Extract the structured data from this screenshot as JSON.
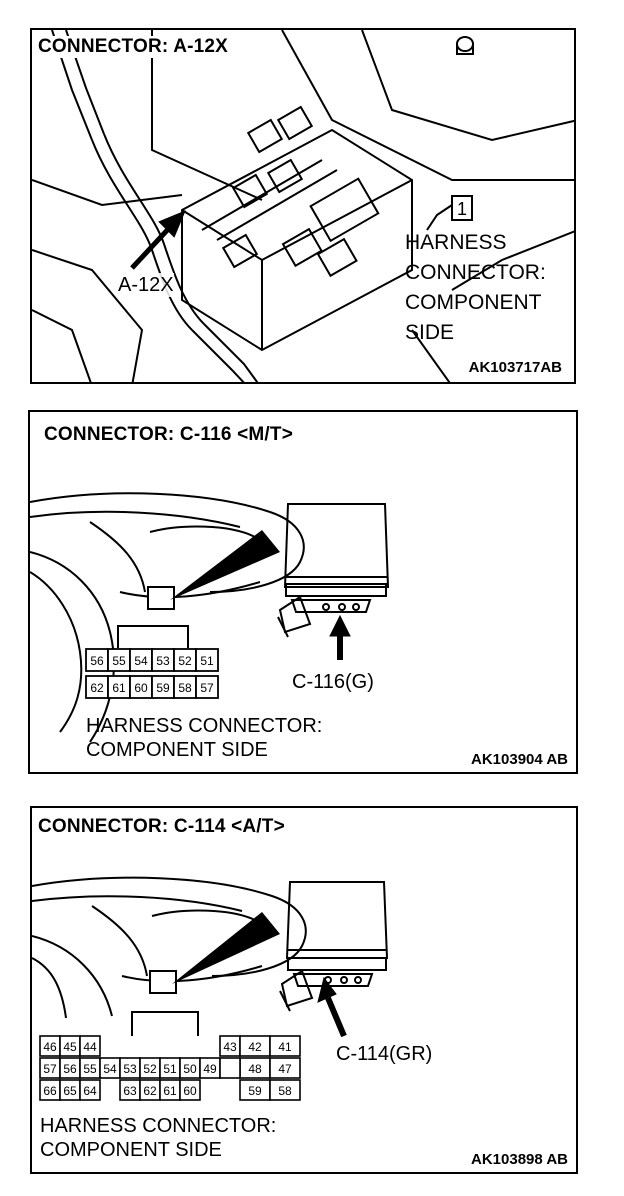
{
  "panels": [
    {
      "title": "CONNECTOR: A-12X",
      "callout_number": "1",
      "pointer_label": "A-12X",
      "description_lines": [
        "HARNESS",
        "CONNECTOR:",
        "COMPONENT",
        "SIDE"
      ],
      "figure_code": "AK103717AB"
    },
    {
      "title": "CONNECTOR: C-116 <M/T>",
      "connector_label": "C-116(G)",
      "description_lines": [
        "HARNESS CONNECTOR:",
        "COMPONENT SIDE"
      ],
      "figure_code": "AK103904 AB",
      "pin_rows": [
        [
          "56",
          "55",
          "54",
          "53",
          "52",
          "51"
        ],
        [
          "62",
          "61",
          "60",
          "59",
          "58",
          "57"
        ]
      ]
    },
    {
      "title": "CONNECTOR: C-114 <A/T>",
      "connector_label": "C-114(GR)",
      "description_lines": [
        "HARNESS CONNECTOR:",
        "COMPONENT SIDE"
      ],
      "figure_code": "AK103898 AB",
      "pins": {
        "r1_left": [
          "46",
          "45",
          "44"
        ],
        "r1_right": [
          "43",
          "42",
          "41"
        ],
        "r2": [
          "57",
          "56",
          "55",
          "54",
          "53",
          "52",
          "51",
          "50",
          "49",
          "48",
          "47"
        ],
        "r3_left": [
          "66",
          "65",
          "64"
        ],
        "r3_mid": [
          "63",
          "62",
          "61",
          "60"
        ],
        "r3_right": [
          "59",
          "58"
        ]
      }
    }
  ]
}
